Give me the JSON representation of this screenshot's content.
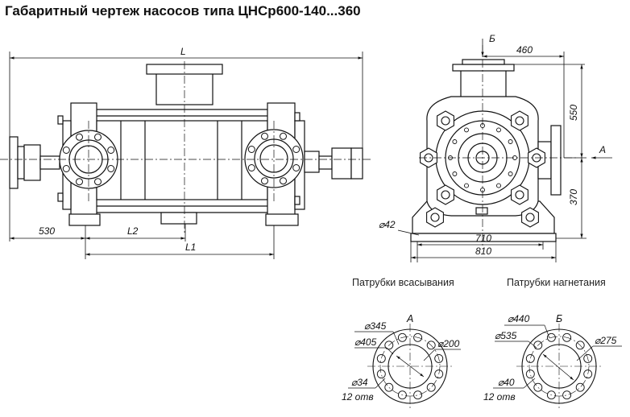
{
  "title": "Габаритный чертеж насосов типа ЦНСр600-140...360",
  "side_view": {
    "dim_overall": "L",
    "dim_left": "530",
    "dim_l2": "L2",
    "dim_l1": "L1"
  },
  "front_view": {
    "view_b": "Б",
    "view_a": "А",
    "dim_460": "460",
    "dim_550": "550",
    "dim_370": "370",
    "dim_hole": "⌀42",
    "dim_710": "710",
    "dim_810": "810"
  },
  "suction": {
    "caption": "Патрубки всасывания",
    "view": "А",
    "d_outer": "⌀405",
    "d_bolt": "⌀345",
    "d_bore": "⌀200",
    "d_hole": "⌀34",
    "holes": "12 отв"
  },
  "discharge": {
    "caption": "Патрубки нагнетания",
    "view": "Б",
    "d_outer": "⌀535",
    "d_bolt": "⌀440",
    "d_bore": "⌀275",
    "d_hole": "⌀40",
    "holes": "12 отв"
  }
}
